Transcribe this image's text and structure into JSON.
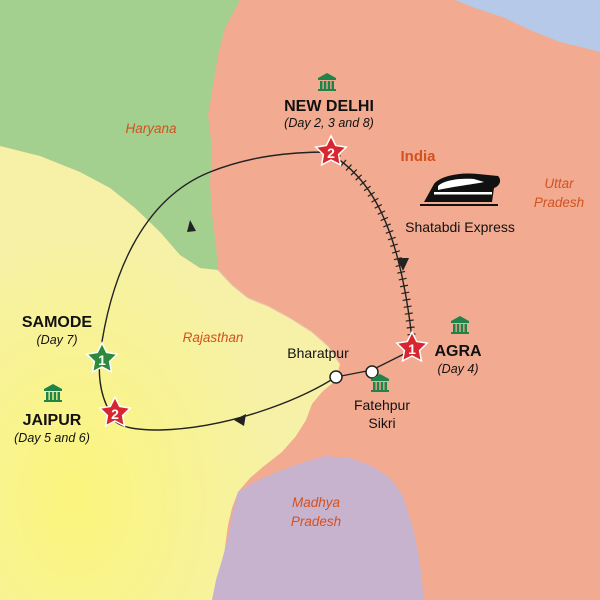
{
  "map": {
    "regions": [
      {
        "id": "haryana",
        "label": "Haryana"
      },
      {
        "id": "rajasthan",
        "label": "Rajasthan"
      },
      {
        "id": "uttar-pradesh",
        "label_lines": [
          "Uttar",
          "Pradesh"
        ]
      },
      {
        "id": "madhya-pradesh",
        "label_lines": [
          "Madhya",
          "Pradesh"
        ]
      }
    ],
    "country_label": "India",
    "train": {
      "label": "Shatabdi Express",
      "icon": "train-icon"
    },
    "stops": [
      {
        "id": "new-delhi",
        "name": "NEW DELHI",
        "days": "(Day 2, 3 and 8)",
        "marker": "2",
        "icon": "museum-icon"
      },
      {
        "id": "agra",
        "name": "AGRA",
        "days": "(Day 4)",
        "marker": "1",
        "icon": "museum-icon"
      },
      {
        "id": "samode",
        "name": "SAMODE",
        "days": "(Day 7)",
        "marker": "1"
      },
      {
        "id": "jaipur",
        "name": "JAIPUR",
        "days": "(Day 5 and 6)",
        "marker": "2",
        "icon": "museum-icon"
      }
    ],
    "waypoints": [
      {
        "id": "bharatpur",
        "name": "Bharatpur"
      },
      {
        "id": "fatehpur-sikri",
        "name_lines": [
          "Fatehpur",
          "Sikri"
        ],
        "icon": "museum-icon"
      }
    ],
    "colors": {
      "uttar_pradesh": "#f2ab90",
      "haryana": "#a3cf8f",
      "rajasthan": "#f8f39a",
      "madhya_pradesh": "#c8b3cf",
      "blue_region": "#b6c9e8",
      "region_label": "#d2521f",
      "star_red": "#d7262f",
      "star_green": "#2e8a3b",
      "museum_icon": "#20834a",
      "route": "#222222"
    }
  }
}
